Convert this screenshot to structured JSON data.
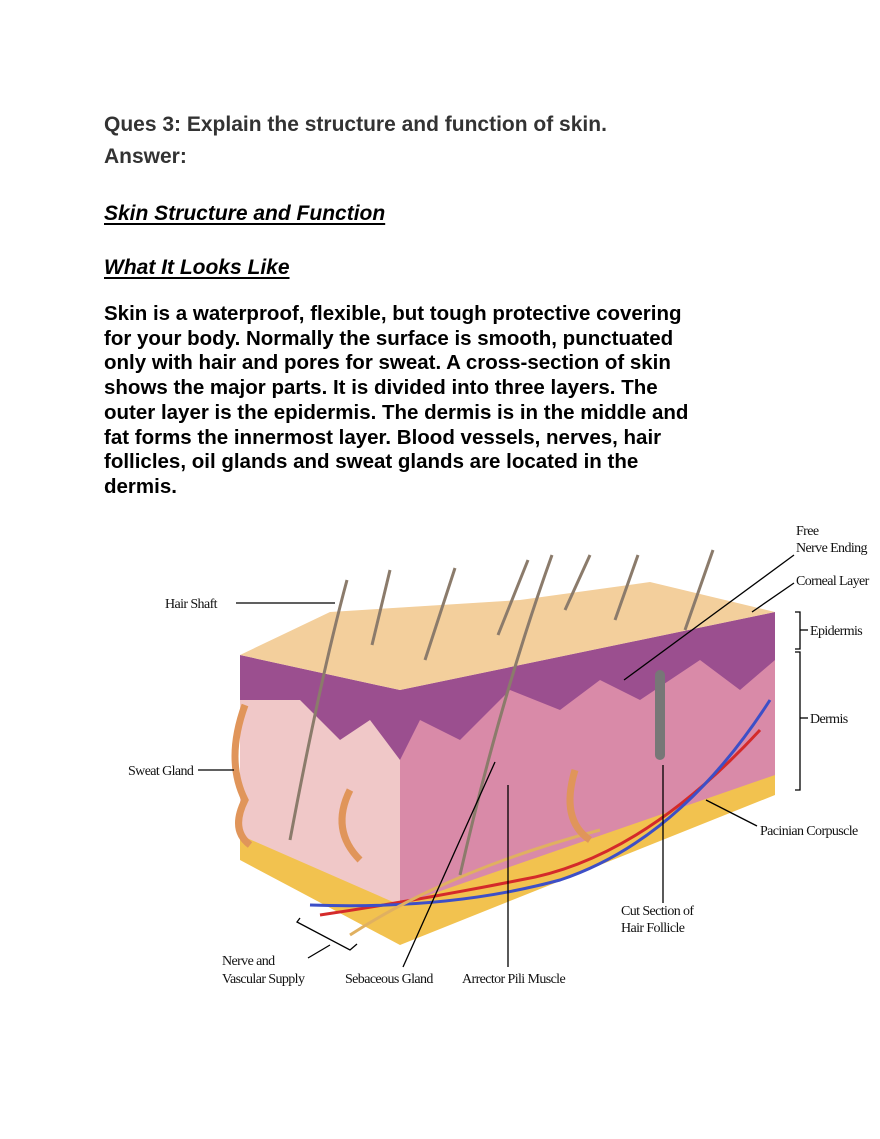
{
  "question": "Ques 3: Explain the structure and function of skin.",
  "answer_label": "Answer:",
  "heading_main": "Skin Structure and Function",
  "heading_sub": "What It Looks Like",
  "paragraph_lines": [
    "Skin is a waterproof, flexible, but tough protective covering",
    "for your body.  Normally the surface is smooth, punctuated",
    "only with hair and pores for sweat.  A cross-section of skin",
    "shows the major parts.  It is divided into three layers.  The",
    "outer layer is the epidermis.  The dermis is in the middle and",
    "fat forms the innermost layer.  Blood vessels, nerves, hair",
    "follicles, oil glands and sweat glands are located in the",
    "dermis."
  ],
  "diagram": {
    "labels": {
      "hair_shaft": "Hair Shaft",
      "sweat_gland": "Sweat Gland",
      "free_nerve_ending_1": "Free",
      "free_nerve_ending_2": "Nerve Ending",
      "corneal_layer": "Corneal Layer",
      "epidermis": "Epidermis",
      "dermis": "Dermis",
      "pacinian_corpuscle": "Pacinian Corpuscle",
      "cut_section_1": "Cut Section of",
      "cut_section_2": "Hair Follicle",
      "arrector_pili": "Arrector Pili Muscle",
      "sebaceous_gland": "Sebaceous Gland",
      "nerve_vascular_1": "Nerve and",
      "nerve_vascular_2": "Vascular Supply"
    },
    "colors": {
      "surface": "#f3cf9c",
      "epidermis": "#9b4f8f",
      "dermis": "#d98aa8",
      "fat": "#f2c24f",
      "artery": "#d42a2a",
      "vein": "#3d4fc7",
      "hair": "#8b7b6b"
    }
  }
}
